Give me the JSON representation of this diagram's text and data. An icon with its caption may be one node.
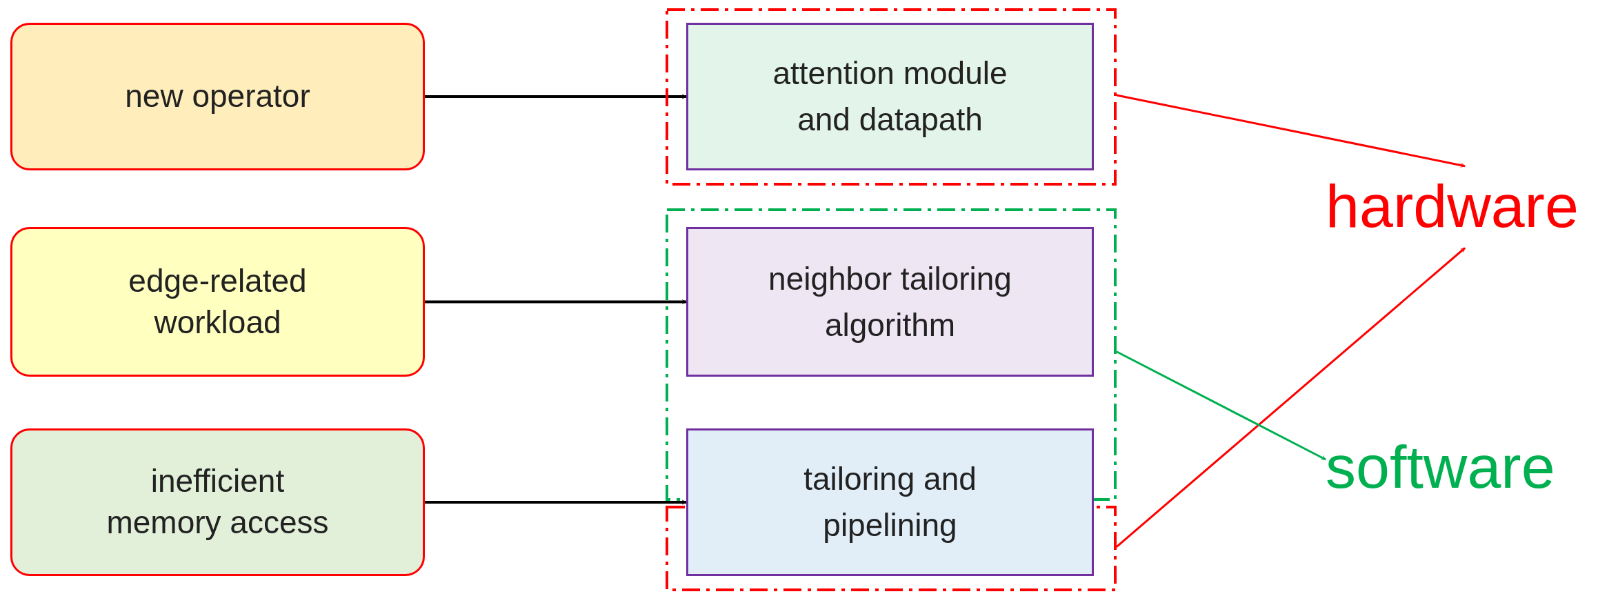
{
  "diagram": {
    "nodes": [
      {
        "text": [
          "new operator"
        ]
      },
      {
        "text": [],
        "shape": "box"
      },
      {
        "text": [
          "attention module and datapath"
        ],
        "in": 1
      },
      {
        "text": [
          "edge-related workload"
        ]
      },
      {
        "text": [],
        "shape": "box"
      },
      {
        "text": [
          "neighbor tailoring algorithm"
        ],
        "in": 4
      },
      {
        "text": [
          "inefficient memory access"
        ]
      },
      {
        "text": [],
        "shape": "box"
      },
      {
        "text": [
          "tailoring and pipelining"
        ]
      },
      {
        "text": [
          "hardware"
        ]
      },
      {
        "text": [
          "software"
        ]
      }
    ],
    "edges": [
      {
        "from": 0,
        "to": 2,
        "arrow": "to"
      },
      {
        "from": 3,
        "to": 5,
        "arrow": "to"
      },
      {
        "from": 6,
        "to": 8,
        "arrow": "to"
      },
      {
        "from": 1,
        "to": 9,
        "arrow": "to",
        "color": "#ff0000"
      },
      {
        "from": 7,
        "to": 9,
        "arrow": "to",
        "color": "#ff0000"
      },
      {
        "from": 4,
        "to": 10,
        "arrow": "to",
        "color": "#00b050"
      }
    ]
  }
}
